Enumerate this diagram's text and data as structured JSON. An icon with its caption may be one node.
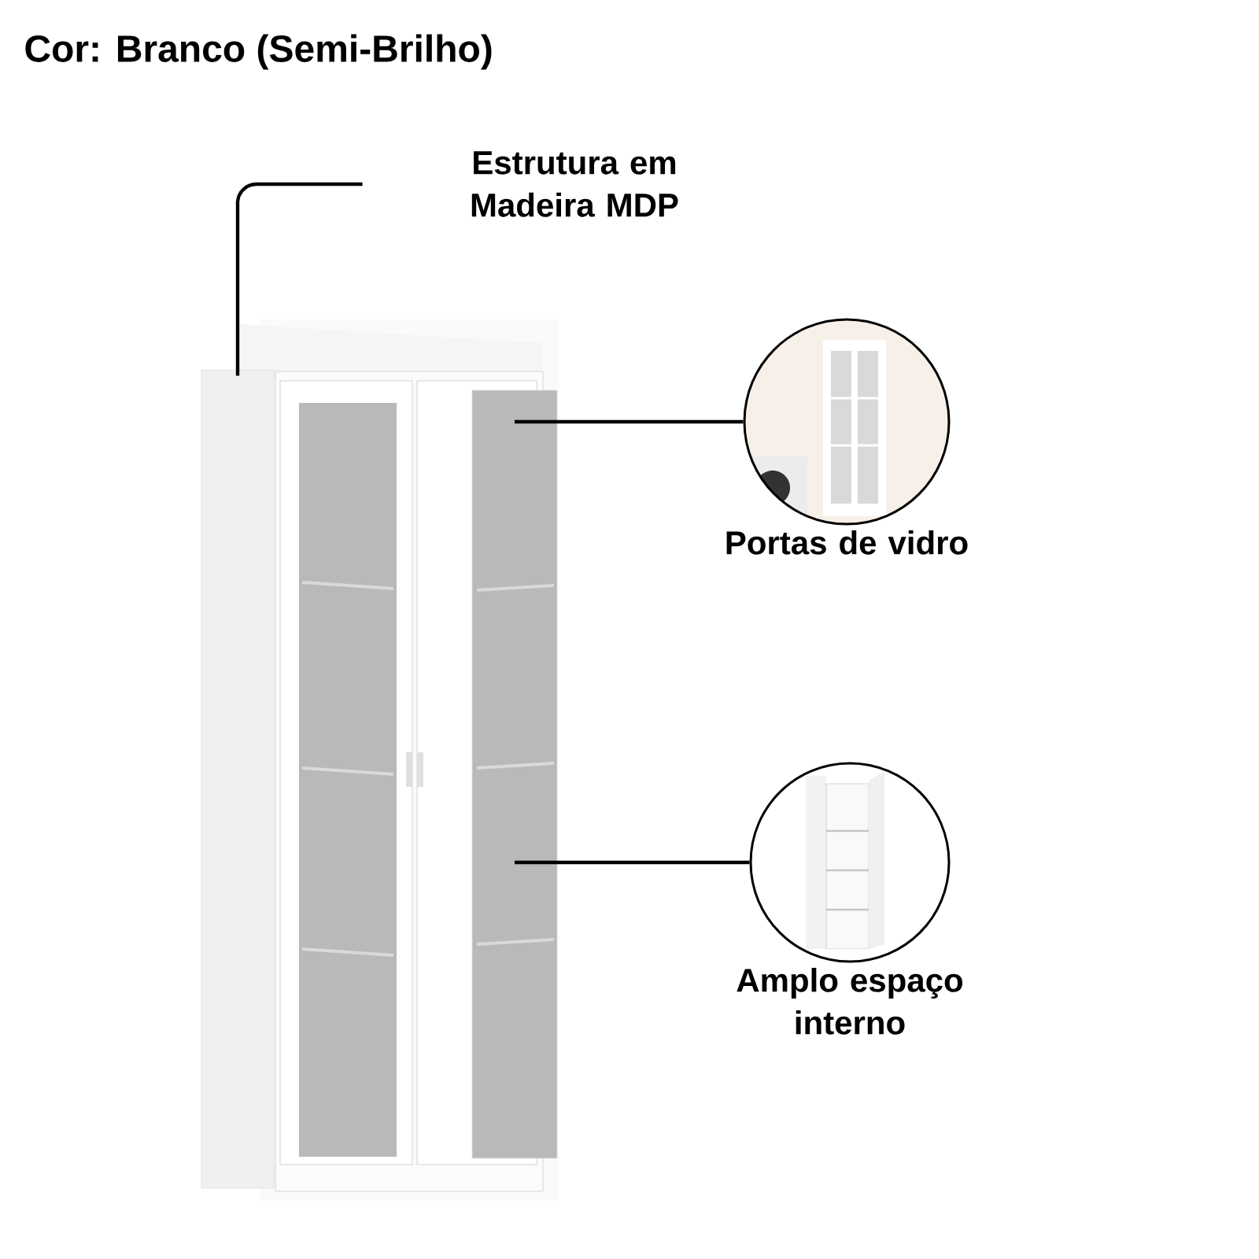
{
  "diagram": {
    "title": "Cor: Branco (Semi-Brilho)",
    "nodes": [
      {
        "text": [
          "Estrutura em Madeira MDP"
        ]
      },
      {
        "text": [],
        "shape": "picture"
      },
      {
        "text": [],
        "shape": "box"
      },
      {
        "text": [],
        "shape": "box",
        "in": 1
      },
      {
        "text": [
          "Portas de vidro"
        ]
      },
      {
        "text": [
          "Amplo espaço interno"
        ]
      }
    ],
    "edges": [
      {
        "from": 0,
        "to": 2,
        "arrow": "none"
      },
      {
        "from": 4,
        "to": 3,
        "arrow": "none"
      },
      {
        "from": 5,
        "to": 3,
        "arrow": "none"
      }
    ]
  }
}
